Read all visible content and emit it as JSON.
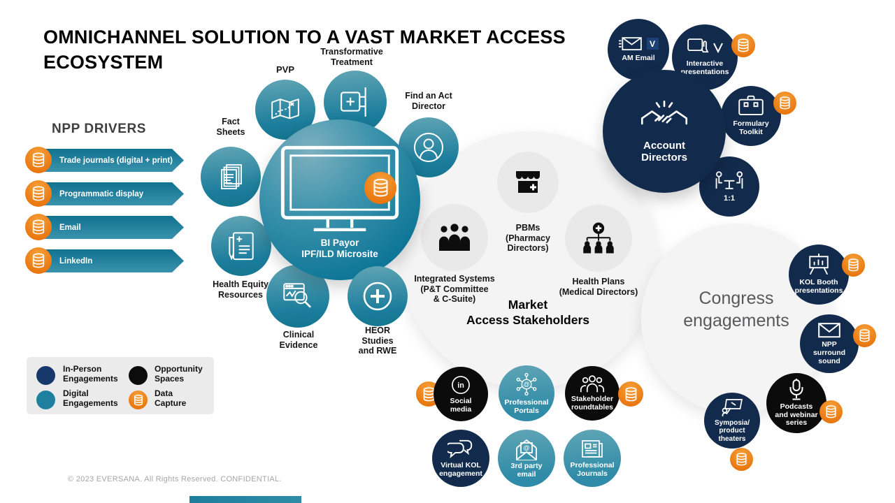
{
  "title": "OMNICHANNEL SOLUTION TO A VAST MARKET ACCESS ECOSYSTEM",
  "npp": {
    "heading": "NPP DRIVERS",
    "items": [
      "Trade journals (digital + print)",
      "Programmatic display",
      "Email",
      "LinkedIn"
    ]
  },
  "hub": {
    "label": "BI Payor\nIPF/ILD Microsite"
  },
  "digital": {
    "pvp": "PVP",
    "transformative": "Transformative\nTreatment",
    "find_director": "Find an Act\nDirector",
    "fact_sheets": "Fact\nSheets",
    "health_equity": "Health Equity\nResources",
    "clinical": "Clinical\nEvidence",
    "heor": "HEOR\nStudies\nand RWE",
    "portals": "Professional\nPortals",
    "third_party_email": "3rd party\nemail",
    "journals": "Professional\nJournals"
  },
  "market": {
    "title": "Market\nAccess Stakeholders",
    "integrated": "Integrated Systems\n(P&T Committee\n& C-Suite)",
    "pbms": "PBMs\n(Pharmacy\nDirectors)",
    "health_plans": "Health Plans\n(Medical Directors)"
  },
  "account": {
    "title": "Account\nDirectors",
    "am_email": "AM Email",
    "interactive": "Interactive\npresentations",
    "formulary": "Formulary\nToolkit",
    "one_on_one": "1:1",
    "v_logo": "V"
  },
  "congress": {
    "title": "Congress\nengagements",
    "kol_booth": "KOL Booth\npresentations",
    "npp_surround": "NPP\nsurround\nsound",
    "podcasts": "Podcasts\nand webinar\nseries",
    "symposia": "Symposia/\nproduct\ntheaters"
  },
  "inperson": {
    "virtual_kol": "Virtual KOL\nengagement"
  },
  "opportunity": {
    "social": "Social\nmedia",
    "roundtables": "Stakeholder\nroundtables",
    "linkedin_in": "in"
  },
  "legend": {
    "in_person": "In-Person\nEngagements",
    "opportunity": "Opportunity\nSpaces",
    "digital": "Digital\nEngagements",
    "data_capture": "Data\nCapture"
  },
  "footer": {
    "copyright": "© 2023 EVERSANA.  All Rights Reserved.  CONFIDENTIAL."
  },
  "colors": {
    "navy": "#122b4d",
    "teal": "#1b7d9c",
    "teal_light": "#3f93ab",
    "black": "#0b0b0b",
    "orange": "#ea7a12",
    "gray_circle": "#f4f4f4",
    "legend_bg": "#ebebeb"
  },
  "icons": {
    "data_capture": "database-cylinder",
    "hub": "desktop-monitor",
    "pvp": "folded-map",
    "transformative": "pharmacy-cross-sign",
    "find_director": "person-portrait",
    "fact_sheets": "stacked-documents",
    "health_equity": "document-pen-cross",
    "clinical": "chart-magnifier",
    "heor": "plus-circle",
    "integrated": "people-group",
    "pbms": "storefront-cross",
    "health_plans": "org-hierarchy-cross",
    "account_directors": "handshake",
    "am_email": "envelope-veeva",
    "interactive": "tablet-hand-veeva",
    "formulary": "briefcase",
    "one_on_one": "meeting-table",
    "kol_booth": "presentation-chart",
    "npp_surround": "envelope",
    "podcasts": "microphone",
    "symposia": "presenter-board",
    "social": "linkedin",
    "portals": "network-at",
    "roundtables": "people-trio",
    "virtual_kol": "chat-bubbles",
    "third_party_email": "open-envelope-at",
    "journals": "newspaper"
  }
}
